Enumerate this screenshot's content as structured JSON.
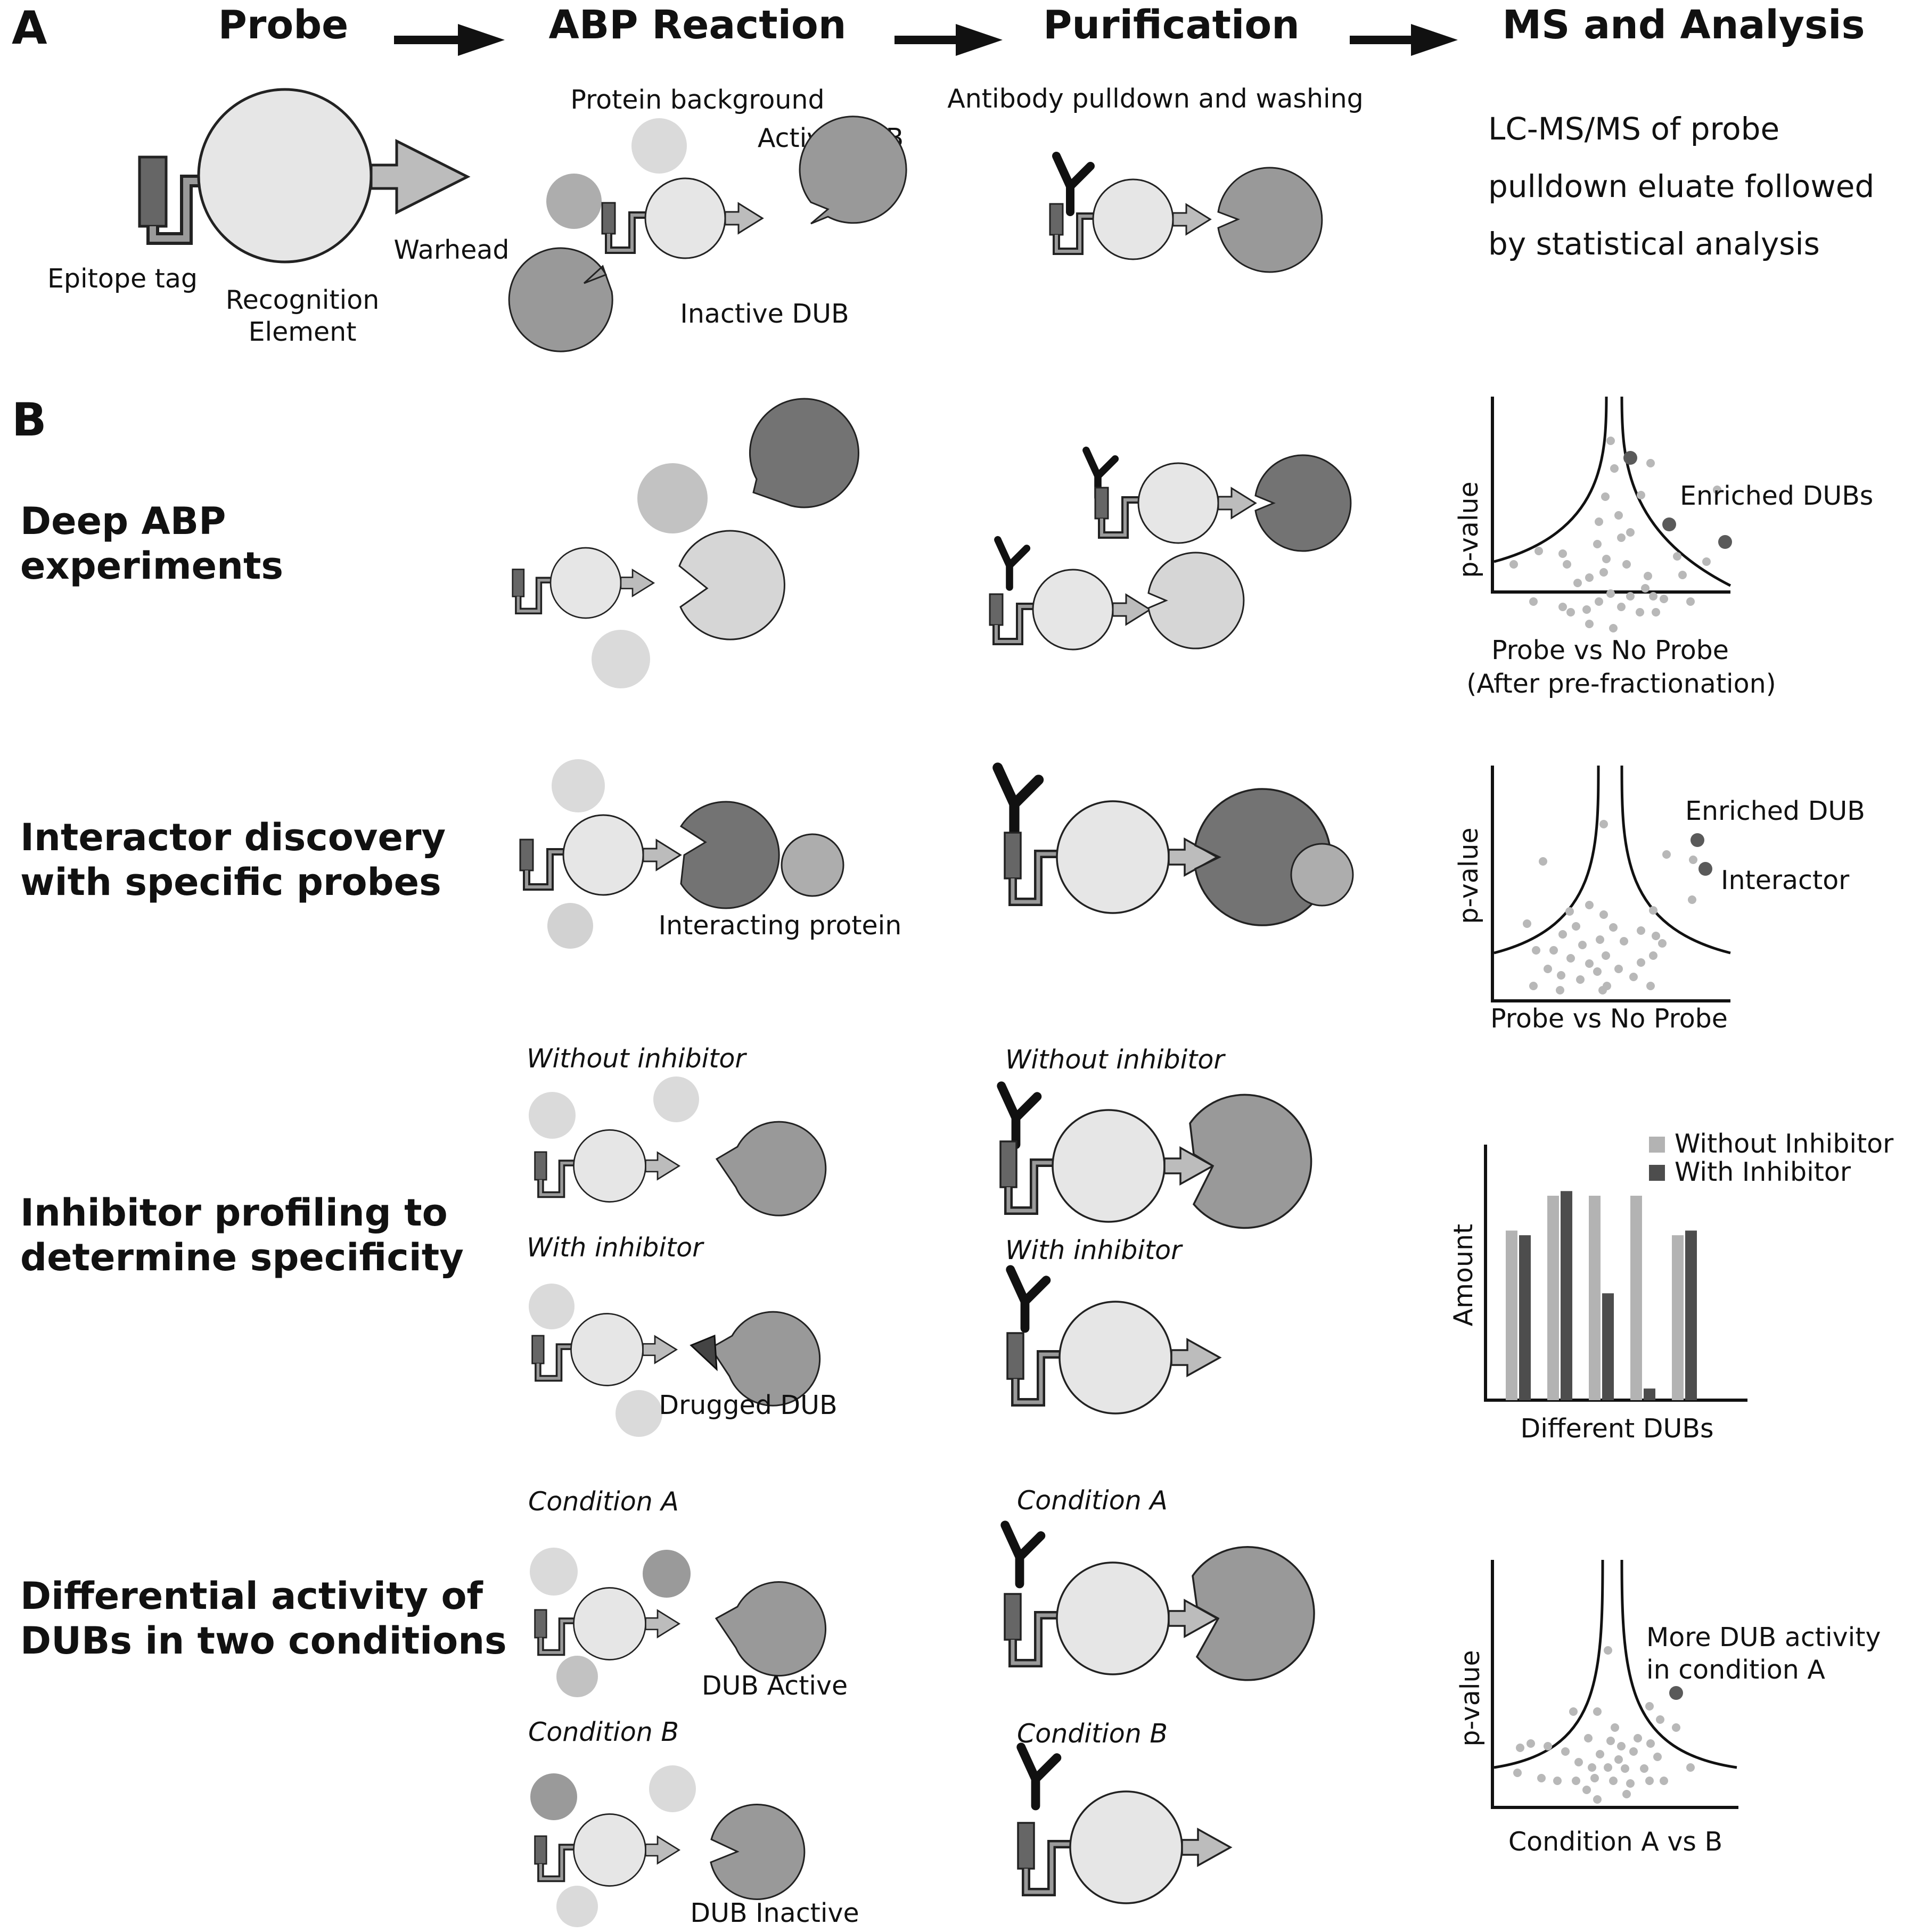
{
  "panel_a": {
    "letter": "A",
    "headers": {
      "probe": "Probe",
      "reaction": "ABP Reaction",
      "purification": "Purification",
      "ms": "MS and Analysis"
    },
    "probe_labels": {
      "epitope": "Epitope tag",
      "recognition_1": "Recognition",
      "recognition_2": "Element",
      "warhead": "Warhead"
    },
    "reaction_labels": {
      "background": "Protein background",
      "active": "Active DUB",
      "inactive": "Inactive DUB"
    },
    "purification_label": "Antibody pulldown and washing",
    "ms_text": [
      "LC-MS/MS of probe",
      "pulldown eluate followed",
      "by statistical analysis"
    ]
  },
  "panel_b": {
    "letter": "B",
    "rows": [
      {
        "title": [
          "Deep ABP",
          "experiments"
        ]
      },
      {
        "title": [
          "Interactor discovery",
          "with specific probes"
        ],
        "reaction_label": "Interacting protein"
      },
      {
        "title": [
          "Inhibitor profiling to",
          "determine specificity"
        ],
        "cond_top": "Without inhibitor",
        "cond_bottom": "With inhibitor",
        "drugged_label": "Drugged DUB"
      },
      {
        "title": [
          "Differential activity of",
          "DUBs in two conditions"
        ],
        "cond_top": "Condition A",
        "cond_bottom": "Condition B",
        "active_label": "DUB Active",
        "inactive_label": "DUB Inactive"
      }
    ]
  },
  "chart_data": [
    {
      "type": "scatter",
      "title": "",
      "xlabel": "Probe vs No Probe",
      "xlabel_sub": "(After pre-fractionation)",
      "ylabel": "p-value",
      "annotations": [
        "Enriched DUBs"
      ]
    },
    {
      "type": "scatter",
      "title": "",
      "xlabel": "Probe vs No Probe",
      "ylabel": "p-value",
      "annotations": [
        "Enriched DUB",
        "Interactor"
      ]
    },
    {
      "type": "bar",
      "title": "",
      "xlabel": "Different DUBs",
      "ylabel": "Amount",
      "categories": [
        "",
        "",
        "",
        "",
        ""
      ],
      "series": [
        {
          "name": "Without Inhibitor",
          "values": [
            0.73,
            0.88,
            0.88,
            0.88,
            0.71
          ],
          "color": "#b3b3b3"
        },
        {
          "name": "With Inhibitor",
          "values": [
            0.71,
            0.9,
            0.46,
            0.05,
            0.73
          ],
          "color": "#4d4d4d"
        }
      ],
      "ylim": [
        0,
        1.1
      ]
    },
    {
      "type": "scatter",
      "title": "",
      "xlabel": "Condition A vs B",
      "ylabel": "p-value",
      "annotations": [
        "More DUB activity",
        "in condition A"
      ]
    }
  ],
  "colors": {
    "probe_tag": "#666666",
    "probe_body": "#e6e6e6",
    "warhead": "#bcbcbc",
    "dub": "#999999",
    "dub_dark": "#737373",
    "dub_light": "#d6d6d6",
    "background_protein": "#c8c8c8",
    "dot_light": "#b8b8b8",
    "dot_dark": "#5a5a5a"
  }
}
